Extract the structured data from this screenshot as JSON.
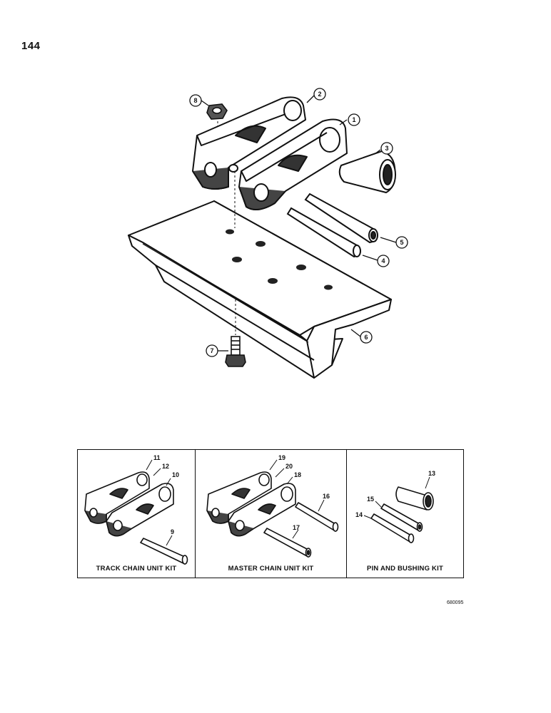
{
  "page_number": "144",
  "reference_code": "680095",
  "callouts": {
    "c1": "1",
    "c2": "2",
    "c3": "3",
    "c4": "4",
    "c5": "5",
    "c6": "6",
    "c7": "7",
    "c8": "8"
  },
  "kits": [
    {
      "title": "TRACK CHAIN UNIT KIT",
      "labels": {
        "a": "11",
        "b": "12",
        "c": "10",
        "d": "9"
      }
    },
    {
      "title": "MASTER CHAIN UNIT KIT",
      "labels": {
        "a": "19",
        "b": "20",
        "c": "18",
        "d": "16",
        "e": "17"
      }
    },
    {
      "title": "PIN AND BUSHING KIT",
      "labels": {
        "a": "13",
        "b": "15",
        "c": "14"
      }
    }
  ]
}
